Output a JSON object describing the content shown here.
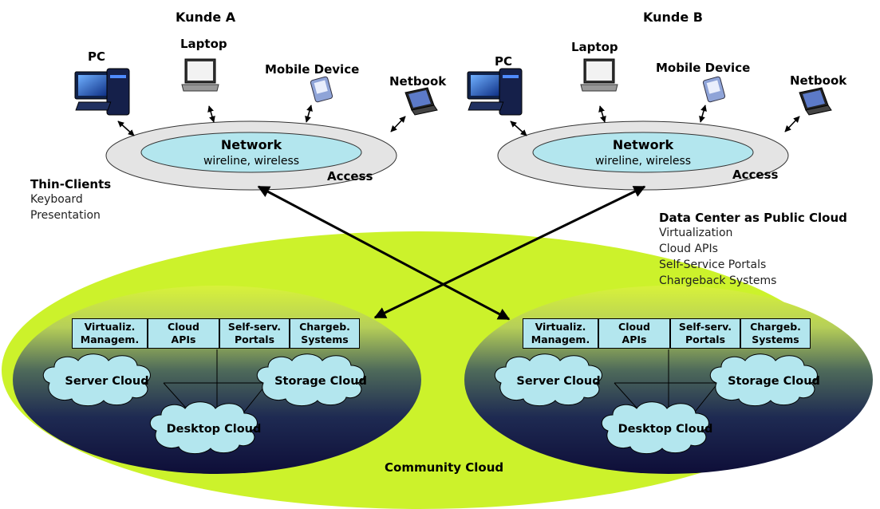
{
  "customers": [
    {
      "name": "Kunde A",
      "devices": [
        "PC",
        "Laptop",
        "Mobile Device",
        "Netbook"
      ],
      "network": {
        "title": "Network",
        "subtitle": "wireline, wireless",
        "access": "Access"
      }
    },
    {
      "name": "Kunde B",
      "devices": [
        "PC",
        "Laptop",
        "Mobile Device",
        "Netbook"
      ],
      "network": {
        "title": "Network",
        "subtitle": "wireline, wireless",
        "access": "Access"
      }
    }
  ],
  "thin_clients": {
    "title": "Thin-Clients",
    "items": [
      "Keyboard",
      "Presentation"
    ]
  },
  "data_center": {
    "title": "Data Center as Public Cloud",
    "items": [
      "Virtualization",
      "Cloud APIs",
      "Self-Service Portals",
      "Chargeback Systems"
    ]
  },
  "data_centers": [
    {
      "services": [
        [
          "Virtualiz.",
          "Managem."
        ],
        [
          "Cloud",
          "APIs"
        ],
        [
          "Self-serv.",
          "Portals"
        ],
        [
          "Chargeb.",
          "Systems"
        ]
      ],
      "clouds": [
        "Server Cloud",
        "Storage Cloud",
        "Desktop Cloud"
      ]
    },
    {
      "services": [
        [
          "Virtualiz.",
          "Managem."
        ],
        [
          "Cloud",
          "APIs"
        ],
        [
          "Self-serv.",
          "Portals"
        ],
        [
          "Chargeb.",
          "Systems"
        ]
      ],
      "clouds": [
        "Server Cloud",
        "Storage Cloud",
        "Desktop Cloud"
      ]
    }
  ],
  "community_cloud": "Community Cloud",
  "colors": {
    "community": "#ccf22b",
    "network_ring": "#e4e4e4",
    "network_core": "#b3e6ee",
    "service_box": "#b3e6ee",
    "dc_dark": "#14143c"
  }
}
